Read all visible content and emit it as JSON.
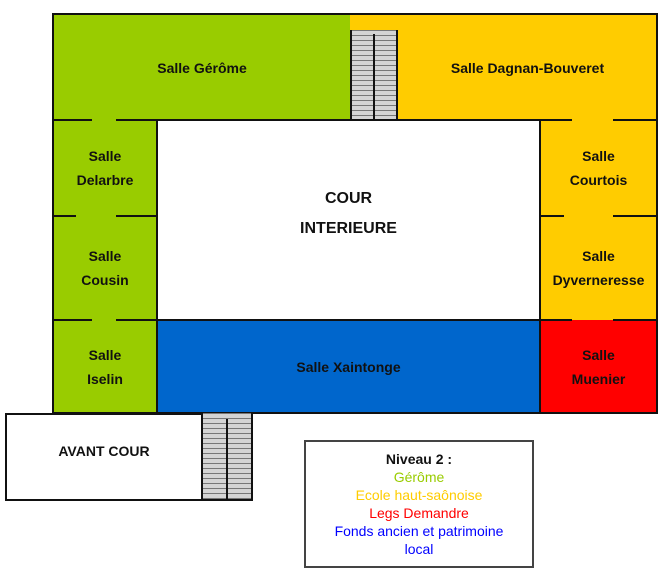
{
  "rooms": {
    "gerome": "Salle Gérôme",
    "dagnan": "Salle Dagnan-Bouveret",
    "delarbre": [
      "Salle",
      "Delarbre"
    ],
    "cousin": [
      "Salle",
      "Cousin"
    ],
    "iselin": [
      "Salle",
      "Iselin"
    ],
    "courtois": [
      "Salle",
      "Courtois"
    ],
    "dyverneresse": [
      "Salle",
      "Dyverneresse"
    ],
    "muenier": [
      "Salle",
      "Muenier"
    ],
    "xaintonge": "Salle Xaintonge",
    "cour": [
      "COUR",
      "INTERIEURE"
    ],
    "avant_cour": "AVANT COUR"
  },
  "colors": {
    "gerome": "#99cc00",
    "ecole": "#ffcc00",
    "legs": "#ff0000",
    "fonds": "#0066cc"
  },
  "legend": {
    "title": "Niveau 2 :",
    "items": [
      {
        "label": "Gérôme",
        "color": "#99cc00"
      },
      {
        "label": "Ecole haut-saônoise",
        "color": "#ffcc00"
      },
      {
        "label": "Legs Demandre",
        "color": "#ff0000"
      },
      {
        "label": "Fonds ancien et patrimoine",
        "color": "#0000ff"
      },
      {
        "label": "local",
        "color": "#0000ff"
      }
    ]
  }
}
